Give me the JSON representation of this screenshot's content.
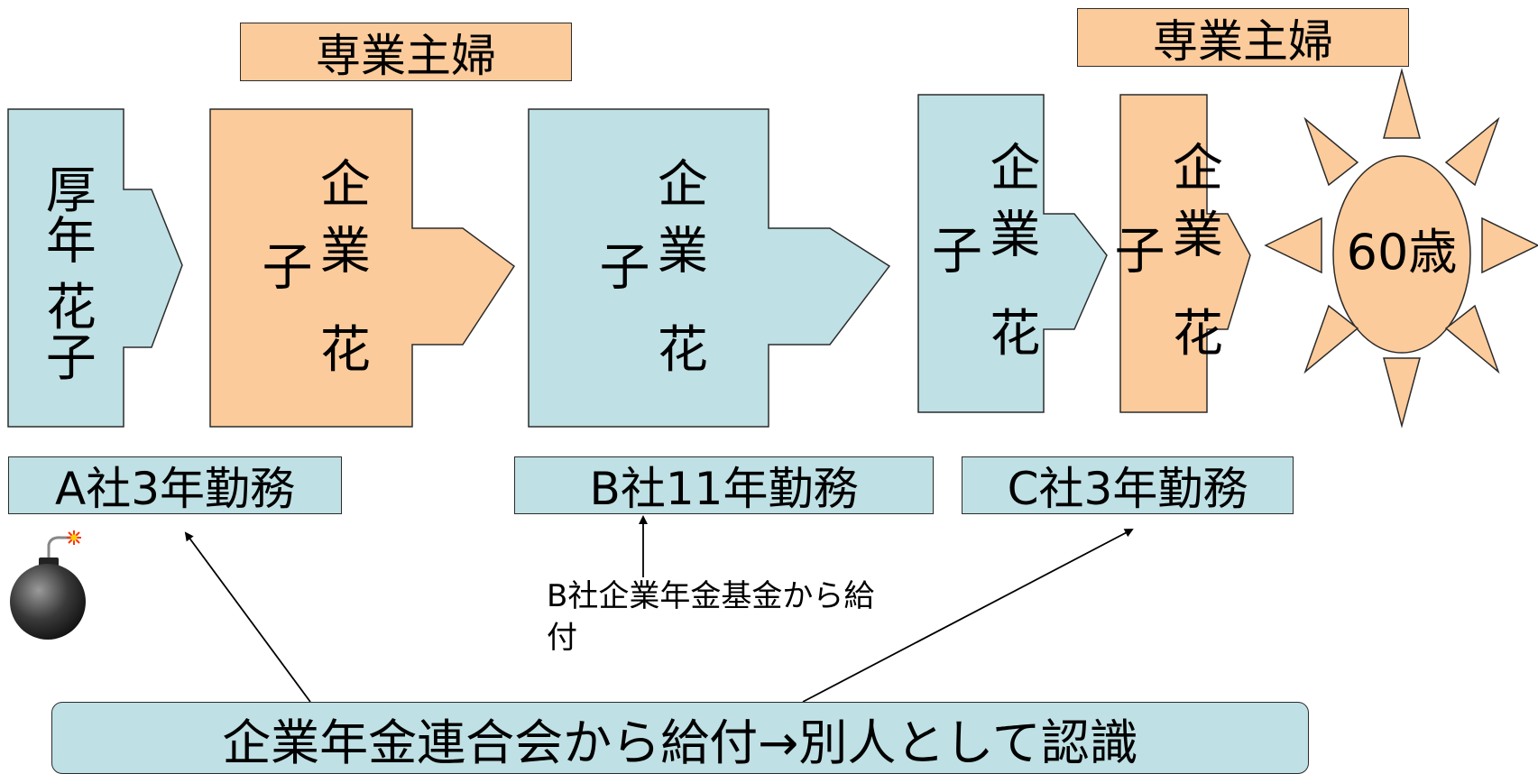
{
  "top_labels": {
    "housewife_1": "専業主婦",
    "housewife_2": "専業主婦"
  },
  "vertical_labels": {
    "koseinen_hanako": "厚年 花子",
    "kigyo_hanako_1": "企業 花子",
    "kigyo_hanako_2": "企業 花子",
    "kigyo_hanako_3": "企業 花子",
    "kigyo_hanako_4": "企業 花子"
  },
  "employment": {
    "company_a": "A社3年勤務",
    "company_b": "B社11年勤務",
    "company_c": "C社3年勤務"
  },
  "sun_label": "60歳",
  "note_b": "B社企業年金基金から給付",
  "bottom_box": "企業年金連合会から給付→別人として認識",
  "colors": {
    "blue": "#bfe0e4",
    "peach": "#fccb9b",
    "stroke": "#2c2c2c"
  },
  "icons": [
    "bomb-icon",
    "sun-icon"
  ]
}
